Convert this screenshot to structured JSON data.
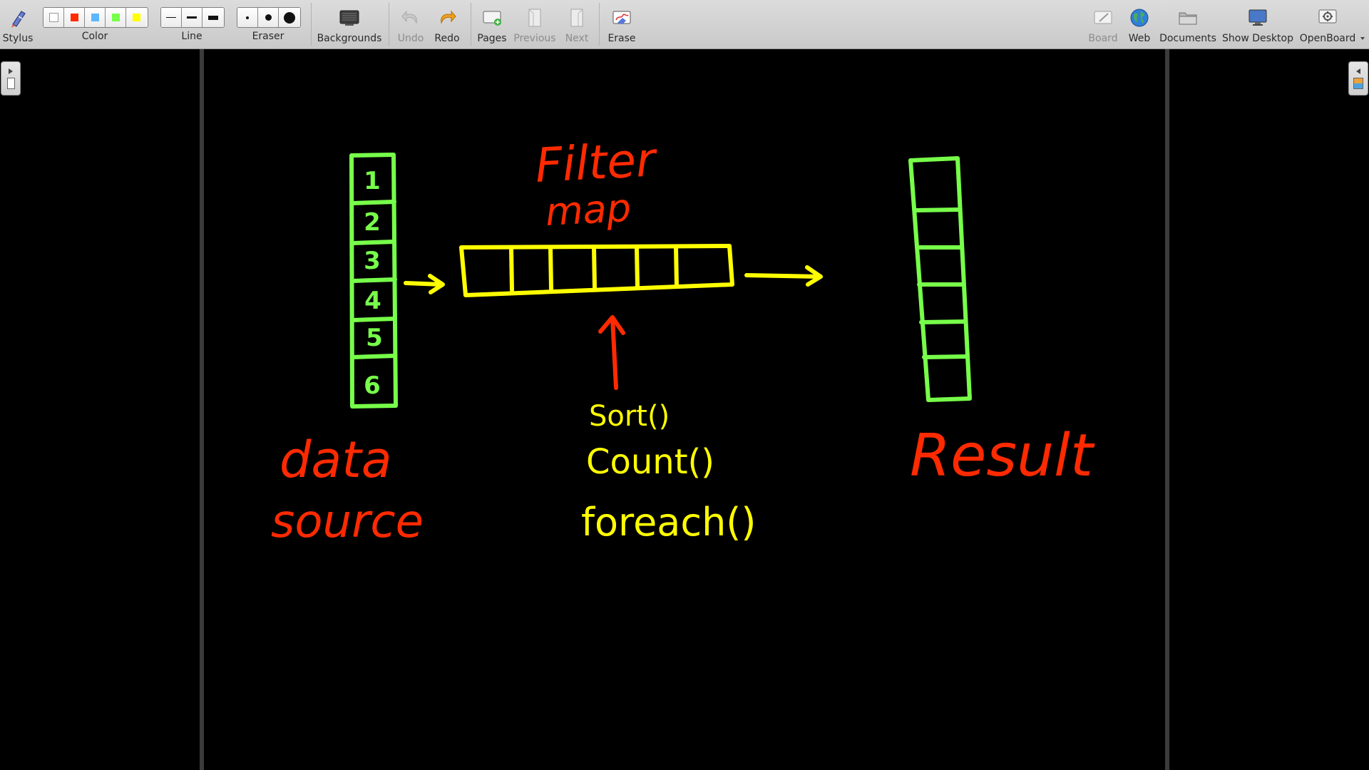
{
  "toolbar": {
    "stylus_label": "Stylus",
    "color_label": "Color",
    "colors": [
      "#ffffff",
      "#ff2a00",
      "#5bb6ff",
      "#77ff4a",
      "#ffff00"
    ],
    "line_label": "Line",
    "eraser_label": "Eraser",
    "backgrounds_label": "Backgrounds",
    "undo_label": "Undo",
    "redo_label": "Redo",
    "pages_label": "Pages",
    "previous_label": "Previous",
    "next_label": "Next",
    "erase_label": "Erase",
    "board_label": "Board",
    "web_label": "Web",
    "documents_label": "Documents",
    "show_desktop_label": "Show Desktop",
    "openboard_label": "OpenBoard"
  },
  "board": {
    "background_color": "#000000",
    "ink_colors": {
      "green": "#77ff4a",
      "yellow": "#ffff00",
      "red": "#ff2a00"
    },
    "data_source_cells": [
      "1",
      "2",
      "3",
      "4",
      "5",
      "6"
    ],
    "pipeline_cell_count": 6,
    "result_cell_count": 6,
    "handwriting": {
      "pipeline_ops": [
        "Filter",
        "map"
      ],
      "data_source": [
        "data",
        "source"
      ],
      "result": "Result",
      "terminal_ops": [
        "Sort()",
        "Count()",
        "foreach()"
      ]
    }
  }
}
